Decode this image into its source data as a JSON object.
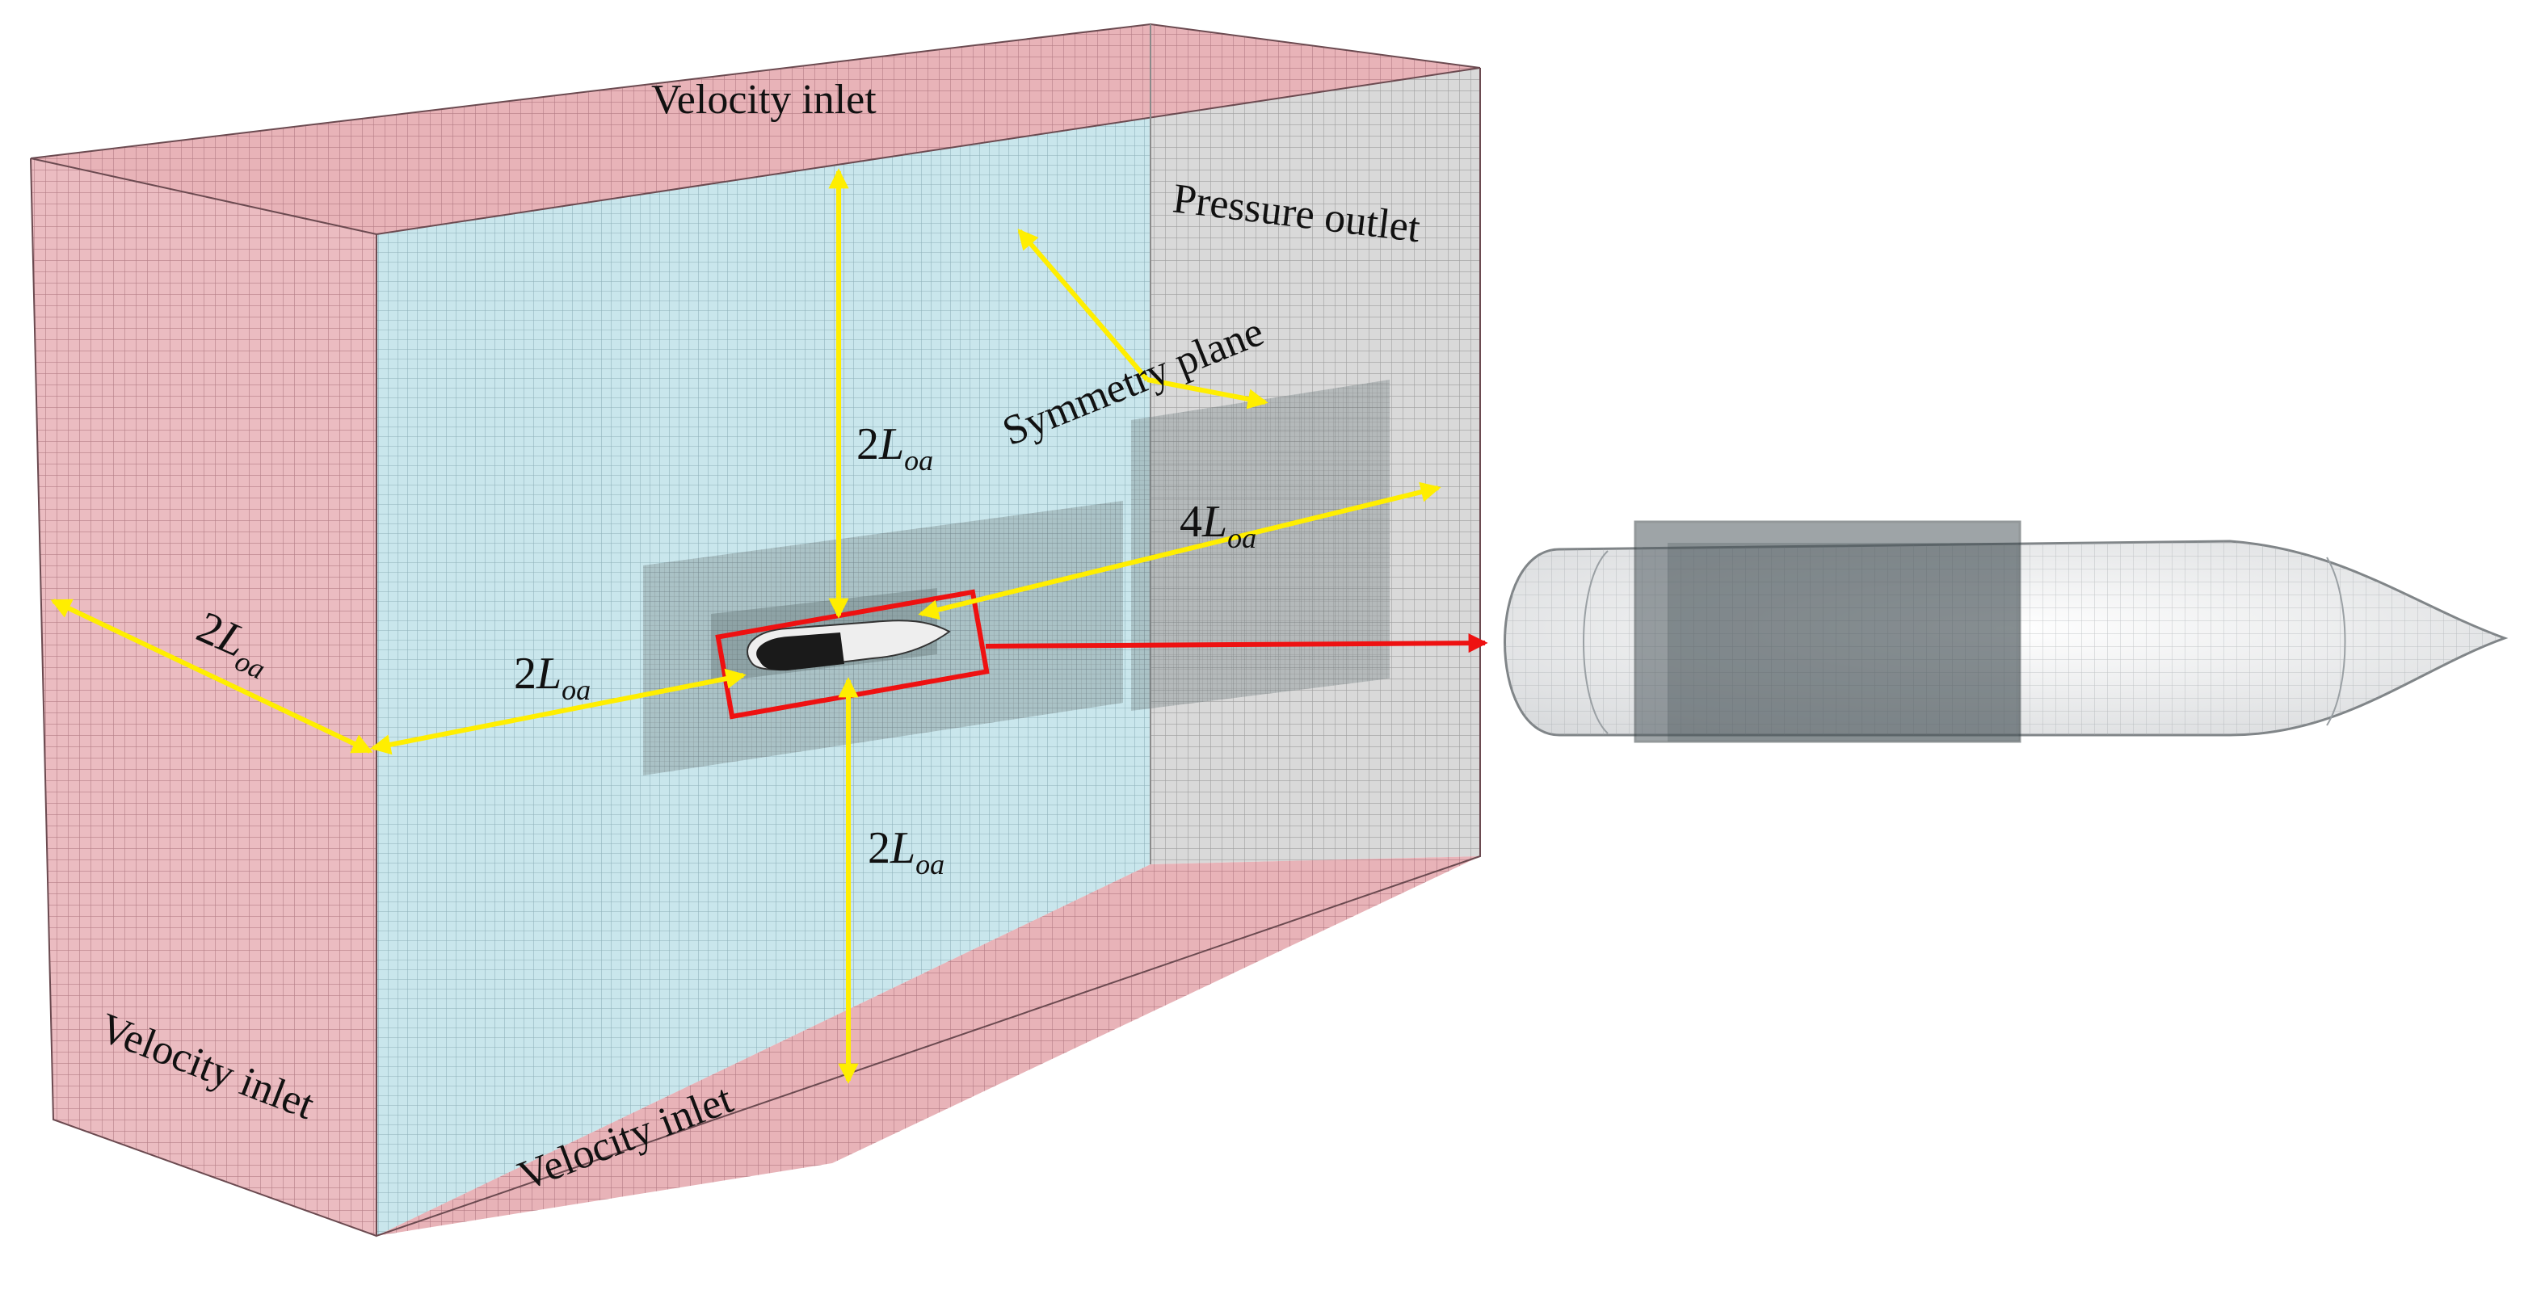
{
  "boundary_labels": {
    "top": "Velocity inlet",
    "outlet": "Pressure outlet",
    "symmetry": "Symmetry plane",
    "left": "Velocity inlet",
    "bottom": "Velocity inlet"
  },
  "dimensions": {
    "up": {
      "coef": "2",
      "sym": "L",
      "sub": "oa"
    },
    "down": {
      "coef": "2",
      "sym": "L",
      "sub": "oa"
    },
    "upstream": {
      "coef": "2",
      "sym": "L",
      "sub": "oa"
    },
    "side": {
      "coef": "2",
      "sym": "L",
      "sub": "oa"
    },
    "downstream": {
      "coef": "4",
      "sym": "L",
      "sub": "oa"
    }
  },
  "colors": {
    "inlet_face": "#e8b3b8",
    "inlet_grid": "#a36a74",
    "symmetry_face": "#c9e6ec",
    "symmetry_grid": "#7fa3ab",
    "outlet_face": "#d9d9d9",
    "outlet_grid": "#8a8a8a",
    "dimension_arrow": "#ffee00",
    "highlight": "#ee1111",
    "refine_zone": "#6f7f80"
  }
}
